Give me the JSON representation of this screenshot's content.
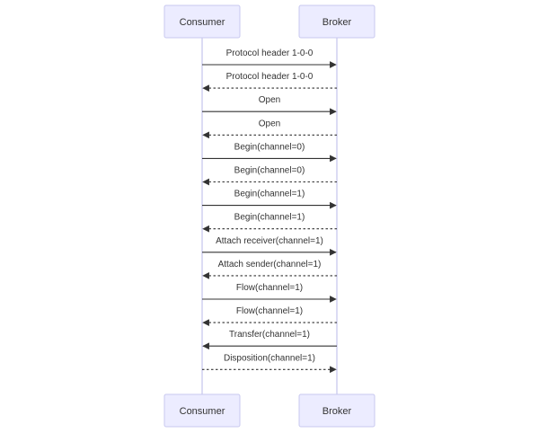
{
  "participants": [
    {
      "id": "consumer",
      "label": "Consumer"
    },
    {
      "id": "broker",
      "label": "Broker"
    }
  ],
  "messages": [
    {
      "from": "consumer",
      "to": "broker",
      "label": "Protocol header 1-0-0",
      "style": "solid"
    },
    {
      "from": "broker",
      "to": "consumer",
      "label": "Protocol header 1-0-0",
      "style": "dotted"
    },
    {
      "from": "consumer",
      "to": "broker",
      "label": "Open",
      "style": "solid"
    },
    {
      "from": "broker",
      "to": "consumer",
      "label": "Open",
      "style": "dotted"
    },
    {
      "from": "consumer",
      "to": "broker",
      "label": "Begin(channel=0)",
      "style": "solid"
    },
    {
      "from": "broker",
      "to": "consumer",
      "label": "Begin(channel=0)",
      "style": "dotted"
    },
    {
      "from": "consumer",
      "to": "broker",
      "label": "Begin(channel=1)",
      "style": "solid"
    },
    {
      "from": "broker",
      "to": "consumer",
      "label": "Begin(channel=1)",
      "style": "dotted"
    },
    {
      "from": "consumer",
      "to": "broker",
      "label": "Attach receiver(channel=1)",
      "style": "solid"
    },
    {
      "from": "broker",
      "to": "consumer",
      "label": "Attach sender(channel=1)",
      "style": "dotted"
    },
    {
      "from": "consumer",
      "to": "broker",
      "label": "Flow(channel=1)",
      "style": "solid"
    },
    {
      "from": "broker",
      "to": "consumer",
      "label": "Flow(channel=1)",
      "style": "dotted"
    },
    {
      "from": "broker",
      "to": "consumer",
      "label": "Transfer(channel=1)",
      "style": "solid"
    },
    {
      "from": "consumer",
      "to": "broker",
      "label": "Disposition(channel=1)",
      "style": "dotted"
    }
  ],
  "colors": {
    "actor_fill": "#ececff",
    "actor_stroke": "#c8c8ef",
    "lifeline": "#b9b9e8",
    "message": "#333333"
  }
}
